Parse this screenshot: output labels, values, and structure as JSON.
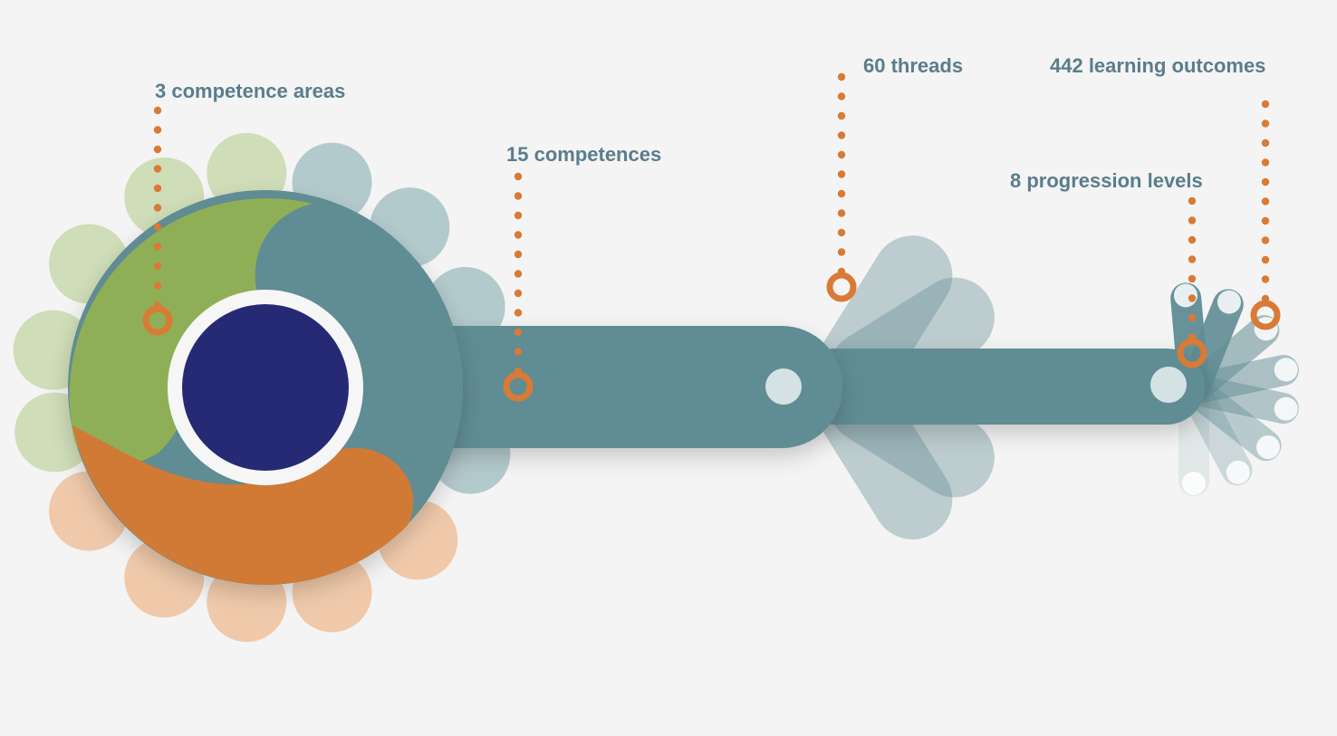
{
  "labels": {
    "areas": "3 competence areas",
    "competences": "15 competences",
    "threads": "60 threads",
    "levels": "8 progression levels",
    "outcomes": "442 learning outcomes"
  },
  "colors": {
    "background": "#f4f4f4",
    "label_text": "#5a7d8c",
    "marker": "#d97a36",
    "teal": "#608c93",
    "teal_light": "#b3cacd",
    "green": "#8faf56",
    "green_light": "#cfddb8",
    "orange": "#d07a36",
    "orange_light": "#efc9aa",
    "navy": "#262a75"
  }
}
